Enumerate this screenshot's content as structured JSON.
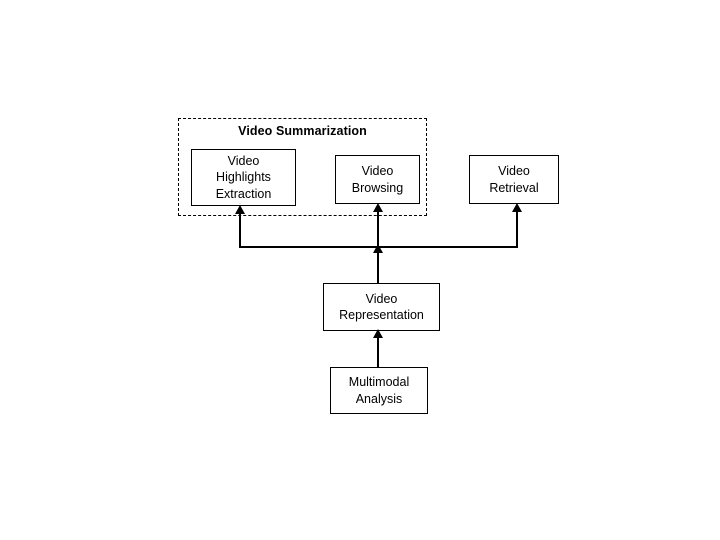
{
  "diagram": {
    "title": "Video Summarization",
    "group": {
      "label": "Video Summarization",
      "style": "dashed"
    },
    "nodes": [
      {
        "id": "video-highlights-extraction",
        "label": "Video\nHighlights\nExtraction"
      },
      {
        "id": "video-browsing",
        "label": "Video\nBrowsing"
      },
      {
        "id": "video-retrieval",
        "label": "Video\nRetrieval"
      },
      {
        "id": "video-representation",
        "label": "Video\nRepresentation"
      },
      {
        "id": "multimodal-analysis",
        "label": "Multimodal\nAnalysis"
      }
    ],
    "edges": [
      {
        "from": "multimodal-analysis",
        "to": "video-representation",
        "arrow": "up"
      },
      {
        "from": "video-representation",
        "to": "distribution-bus",
        "arrow": "up"
      },
      {
        "from": "distribution-bus",
        "to": "video-highlights-extraction",
        "arrow": "up"
      },
      {
        "from": "distribution-bus",
        "to": "video-browsing",
        "arrow": "up"
      },
      {
        "from": "distribution-bus",
        "to": "video-retrieval",
        "arrow": "up"
      }
    ],
    "colors": {
      "stroke": "#000000",
      "fill": "#ffffff",
      "text": "#000000"
    }
  }
}
